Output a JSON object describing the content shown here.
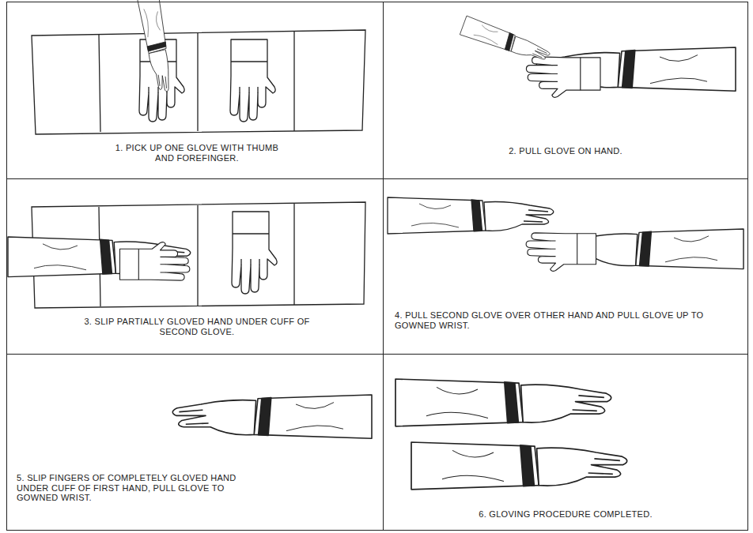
{
  "diagram": {
    "nodes": [
      {
        "text": [
          "1. PICK UP ONE GLOVE WITH THUMB AND FOREFINGER."
        ]
      },
      {
        "text": [
          "2. PULL GLOVE ON HAND."
        ]
      },
      {
        "text": [
          "3. SLIP PARTIALLY GLOVED HAND UNDER CUFF OF SECOND GLOVE."
        ]
      },
      {
        "text": [
          "4. PULL SECOND GLOVE OVER OTHER HAND AND PULL GLOVE UP TO GOWNED WRIST."
        ]
      },
      {
        "text": [
          "5. SLIP FINGERS OF COMPLETELY GLOVED HAND UNDER CUFF OF FIRST HAND, PULL GLOVE TO GOWNED WRIST."
        ]
      },
      {
        "text": [
          "6. GLOVING PROCEDURE COMPLETED."
        ]
      }
    ]
  }
}
